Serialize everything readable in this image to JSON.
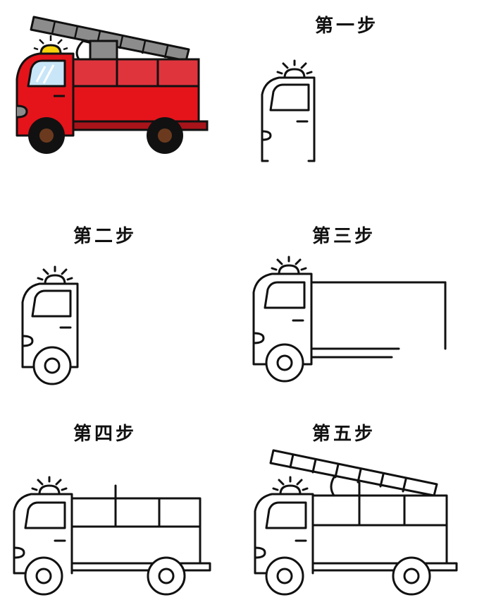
{
  "steps": [
    {
      "label": "第一步"
    },
    {
      "label": "第二步"
    },
    {
      "label": "第三步"
    },
    {
      "label": "第四步"
    },
    {
      "label": "第五步"
    }
  ],
  "colors": {
    "body_red": "#e5141b",
    "box_red": "#e0343d",
    "dark_red": "#a8141a",
    "ladder_gray": "#8c8c8c",
    "window_blue": "#c8e6f8",
    "light_yellow": "#f6d20c",
    "wheel_black": "#111111",
    "hub_brown": "#6b3a1e",
    "outline": "#111111"
  }
}
